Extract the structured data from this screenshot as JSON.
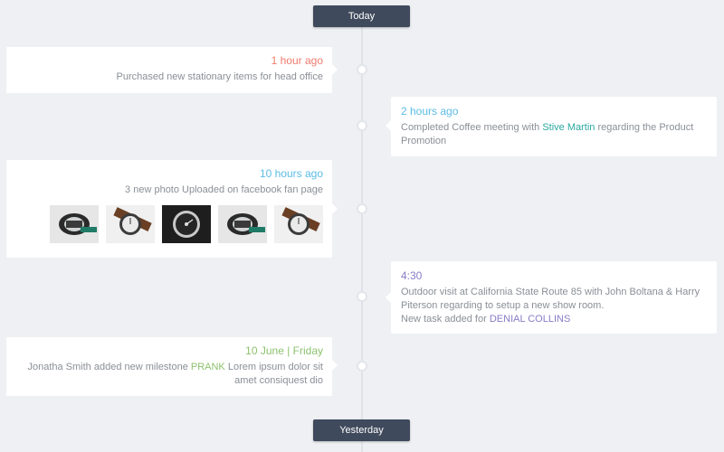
{
  "timeline": {
    "today_label": "Today",
    "yesterday_label": "Yesterday"
  },
  "colors": {
    "red": "#f07a6c",
    "blue": "#5bbce4",
    "teal": "#2aa7a0",
    "purple": "#8a7bc7",
    "green": "#8dc26f",
    "badge": "#3f4a5c"
  },
  "entries": [
    {
      "time": "1 hour ago",
      "text": "Purchased new stationary items for head office"
    },
    {
      "time": "2 hours ago",
      "text_before": "Completed Coffee meeting with ",
      "link": "Stive Martin",
      "text_after": " regarding the Product Promotion"
    },
    {
      "time": "10 hours ago",
      "text": "3 new photo Uploaded on facebook fan page",
      "photos": [
        "watch-photo",
        "watch-photo",
        "watch-photo",
        "watch-photo",
        "watch-photo"
      ]
    },
    {
      "time": "4:30",
      "text": "Outdoor visit at California State Route 85 with John Boltana & Harry Piterson regarding to setup a new show room.",
      "task_prefix": " New task added for ",
      "task_link": "DENIAL COLLINS"
    },
    {
      "time": "10 June | Friday",
      "text_before": "Jonatha Smith added new milestone ",
      "link": "PRANK",
      "text_after": " Lorem ipsum dolor sit amet consiquest dio"
    }
  ]
}
